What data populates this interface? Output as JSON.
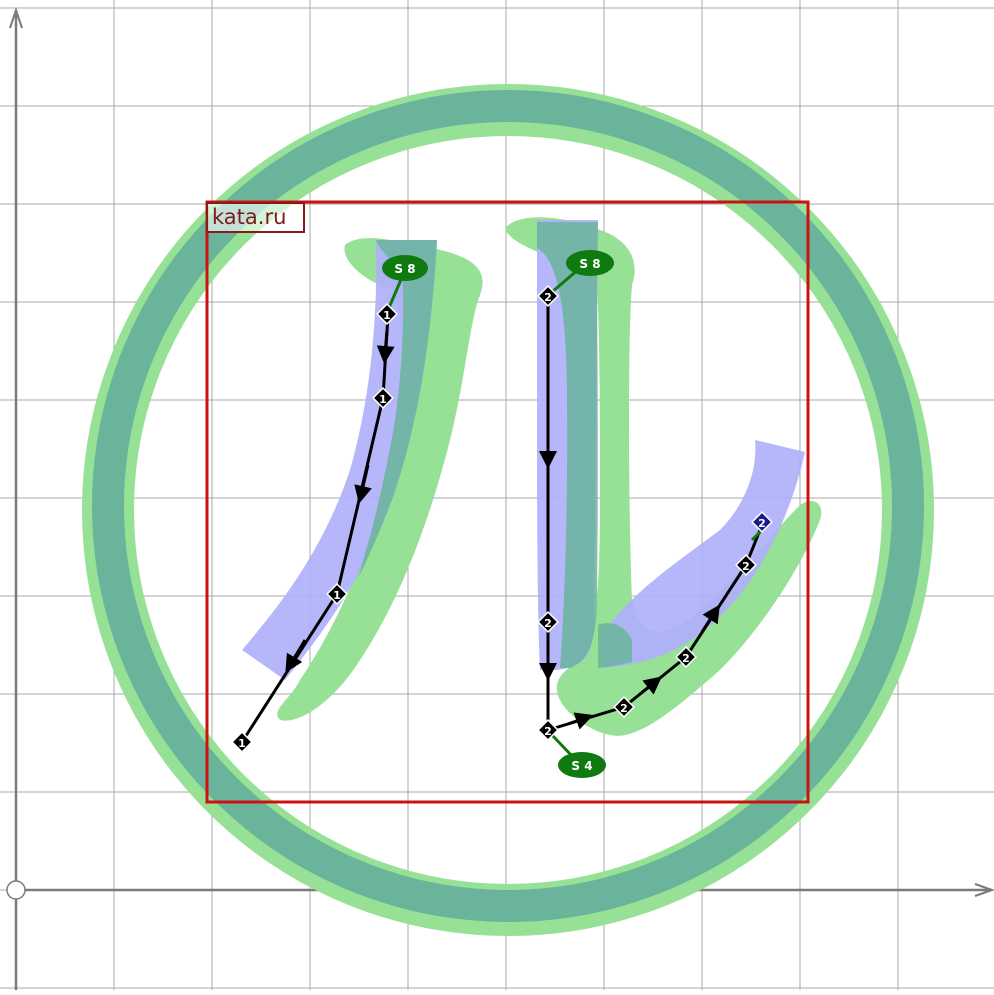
{
  "brand": {
    "text": "kata.ru"
  },
  "colors": {
    "grid": "#9e9e9e",
    "axis": "#7a7a7a",
    "ring_outer": "#96e196",
    "ring_inner": "#6ab49b",
    "stroke_green": "#96e196",
    "stroke_blue": "#b0b0fb",
    "frame": "#cc1111",
    "path": "#000000",
    "badge": "#0f7a0f",
    "end_marker": "#1a1a8a"
  },
  "strokes": [
    {
      "index": "1",
      "start_badge": "S 8",
      "end_badge": ""
    },
    {
      "index": "2",
      "start_badge": "S 8",
      "end_badge": "S 4",
      "final_marker": "2"
    }
  ]
}
